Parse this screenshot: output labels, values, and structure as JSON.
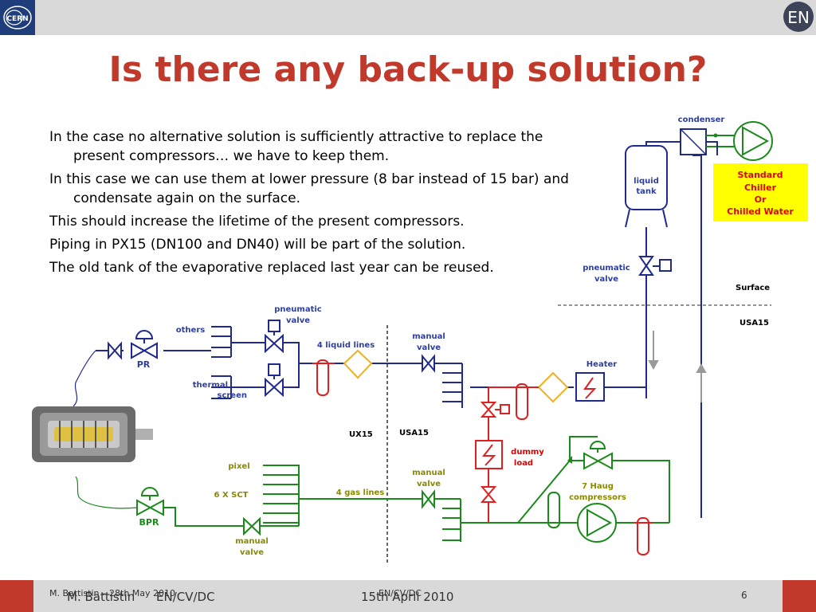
{
  "header": {
    "left_logo": "cern-logo",
    "right_logo_text": "EN"
  },
  "title": "Is there any back-up solution?",
  "bullets": [
    "In the case no alternative solution is sufficiently attractive to replace the present compressors… we have to keep them.",
    "In this case we can use them at lower pressure (8 bar instead of 15 bar) and condensate again on the surface.",
    "This should increase the lifetime of the present compressors.",
    "Piping in PX15 (DN100 and DN40) will be part of the solution.",
    "The old tank of the evaporative replaced last year can be reused."
  ],
  "diagram": {
    "condenser": "condenser",
    "liquid_tank_line1": "liquid",
    "liquid_tank_line2": "tank",
    "chiller_line1": "Standard",
    "chiller_line2": "Chiller",
    "chiller_line3": "Or",
    "chiller_line4": "Chilled Water",
    "pneumatic_valve_top_line1": "pneumatic",
    "pneumatic_valve_top_line2": "valve",
    "surface": "Surface",
    "usa15_right": "USA15",
    "pneumatic_valve_left_line1": "pneumatic",
    "pneumatic_valve_left_line2": "valve",
    "others": "others",
    "liquid_lines": "4 liquid lines",
    "manual_valve_top_line1": "manual",
    "manual_valve_top_line2": "valve",
    "heater": "Heater",
    "pr": "PR",
    "thermal_screen_line1": "thermal",
    "thermal_screen_line2": "screen",
    "ux15": "UX15",
    "usa15_center": "USA15",
    "dummy_load_line1": "dummy",
    "dummy_load_line2": "load",
    "pixel": "pixel",
    "sct": "6 X SCT",
    "gas_lines": "4 gas lines",
    "manual_valve_mid_line1": "manual",
    "manual_valve_mid_line2": "valve",
    "haug_line1": "7 Haug",
    "haug_line2": "compressors",
    "bpr": "BPR",
    "manual_valve_bottom_line1": "manual",
    "manual_valve_bottom_line2": "valve",
    "colors": {
      "blue": "#1f2a8c",
      "green": "#1a8a1a",
      "red": "#e02020",
      "label_blue": "#2e3fa0",
      "label_olive": "#8a8a00",
      "chiller_bg": "#ffff00",
      "chiller_text": "#e00000",
      "title_red": "#c0392b"
    }
  },
  "footer": {
    "overlay_small": "M. Battistin – 28th May 2010",
    "overlay_mid": "EN/CV/DC",
    "author": "M. Battistin",
    "dept": "EN/CV/DC",
    "date": "15th April 2010",
    "page": "6"
  }
}
